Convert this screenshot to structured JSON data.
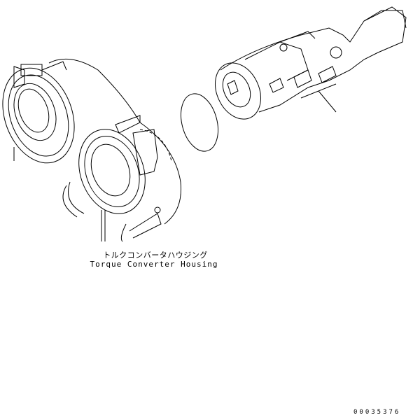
{
  "diagram": {
    "parts": [
      {
        "id": "torque-converter-housing",
        "label_jp": "トルクコンバータハウジング",
        "label_en": "Torque Converter Housing"
      },
      {
        "id": "o-ring",
        "label_jp": "",
        "label_en": ""
      },
      {
        "id": "pump-assembly",
        "label_jp": "",
        "label_en": ""
      }
    ],
    "figure_number": "00035376"
  },
  "colors": {
    "line": "#000000",
    "background": "#ffffff"
  }
}
